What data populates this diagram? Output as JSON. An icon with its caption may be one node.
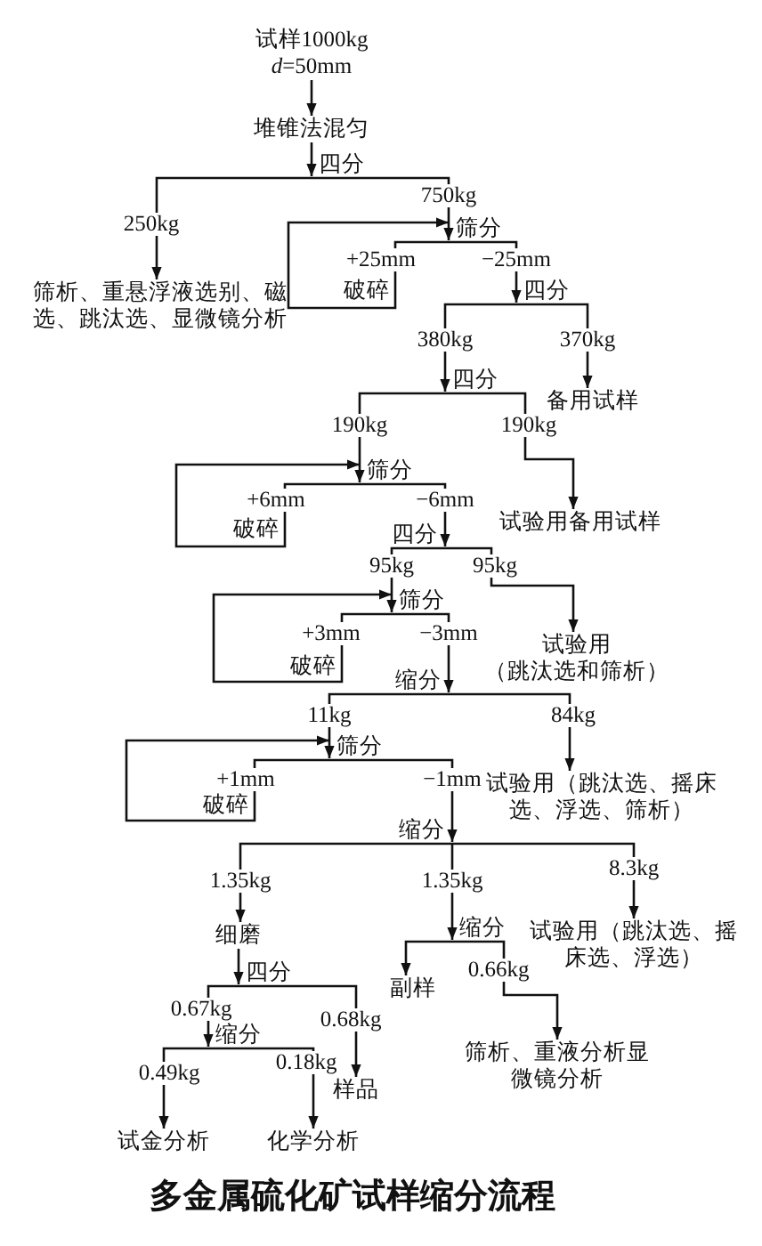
{
  "diagram": {
    "title": "多金属硫化矿试样缩分流程",
    "nodes": [
      {
        "text": [
          "试样1000kg",
          "*d*=50mm"
        ]
      },
      {
        "text": [
          "堆锥法混匀"
        ]
      },
      {
        "text": [
          "四分"
        ]
      },
      {
        "text": [
          "筛析、重悬浮液选别、磁选、跳汰选、显微镜分析"
        ]
      },
      {
        "text": [
          "筛分"
        ]
      },
      {
        "text": [
          "破碎"
        ]
      },
      {
        "text": [
          "四分"
        ]
      },
      {
        "text": [
          "四分"
        ]
      },
      {
        "text": [
          "备用试样"
        ]
      },
      {
        "text": [
          "筛分"
        ]
      },
      {
        "text": [
          "试验用备用试样"
        ]
      },
      {
        "text": [
          "破碎"
        ]
      },
      {
        "text": [
          "四分"
        ]
      },
      {
        "text": [
          "筛分"
        ]
      },
      {
        "text": [
          "试验用",
          "（跳汰选和筛析）"
        ]
      },
      {
        "text": [
          "破碎"
        ]
      },
      {
        "text": [
          "缩分"
        ]
      },
      {
        "text": [
          "筛分"
        ]
      },
      {
        "text": [
          "试验用（跳汰选、摇床选、浮选、筛析）"
        ]
      },
      {
        "text": [
          "破碎"
        ]
      },
      {
        "text": [
          "缩分"
        ]
      },
      {
        "text": [
          "细磨"
        ]
      },
      {
        "text": [
          "缩分"
        ]
      },
      {
        "text": [
          "试验用（跳汰选、摇床选、浮选）"
        ]
      },
      {
        "text": [
          "四分"
        ]
      },
      {
        "text": [
          "副样"
        ]
      },
      {
        "text": [
          "筛析、重液分析显微镜分析"
        ]
      },
      {
        "text": [
          "缩分"
        ]
      },
      {
        "text": [
          "样品"
        ]
      },
      {
        "text": [
          "试金分析"
        ]
      },
      {
        "text": [
          "化学分析"
        ]
      }
    ],
    "edges": [
      {
        "from": 0,
        "to": 1,
        "arrow": "to"
      },
      {
        "from": 1,
        "to": 2,
        "arrow": "to"
      },
      {
        "from": 2,
        "to": 3,
        "arrow": "to",
        "label": "250kg"
      },
      {
        "from": 2,
        "to": 4,
        "arrow": "to",
        "label": "750kg"
      },
      {
        "from": 4,
        "to": 5,
        "arrow": "none",
        "label": "+25mm"
      },
      {
        "from": 5,
        "to": 4,
        "arrow": "to"
      },
      {
        "from": 4,
        "to": 6,
        "arrow": "to",
        "label": "−25mm"
      },
      {
        "from": 6,
        "to": 7,
        "arrow": "to",
        "label": "380kg"
      },
      {
        "from": 6,
        "to": 8,
        "arrow": "to",
        "label": "370kg"
      },
      {
        "from": 7,
        "to": 9,
        "arrow": "to",
        "label": "190kg"
      },
      {
        "from": 7,
        "to": 10,
        "arrow": "to",
        "label": "190kg"
      },
      {
        "from": 9,
        "to": 11,
        "arrow": "none",
        "label": "+6mm"
      },
      {
        "from": 11,
        "to": 9,
        "arrow": "to"
      },
      {
        "from": 9,
        "to": 12,
        "arrow": "to",
        "label": "−6mm"
      },
      {
        "from": 12,
        "to": 13,
        "arrow": "to",
        "label": "95kg"
      },
      {
        "from": 12,
        "to": 14,
        "arrow": "to",
        "label": "95kg"
      },
      {
        "from": 13,
        "to": 15,
        "arrow": "none",
        "label": "+3mm"
      },
      {
        "from": 15,
        "to": 13,
        "arrow": "to"
      },
      {
        "from": 13,
        "to": 16,
        "arrow": "to",
        "label": "−3mm"
      },
      {
        "from": 16,
        "to": 17,
        "arrow": "to",
        "label": "11kg"
      },
      {
        "from": 16,
        "to": 18,
        "arrow": "to",
        "label": "84kg"
      },
      {
        "from": 17,
        "to": 19,
        "arrow": "none",
        "label": "+1mm"
      },
      {
        "from": 19,
        "to": 17,
        "arrow": "to"
      },
      {
        "from": 17,
        "to": 20,
        "arrow": "to",
        "label": "−1mm"
      },
      {
        "from": 20,
        "to": 21,
        "arrow": "to",
        "label": "1.35kg"
      },
      {
        "from": 20,
        "to": 22,
        "arrow": "to",
        "label": "1.35kg"
      },
      {
        "from": 20,
        "to": 23,
        "arrow": "to",
        "label": "8.3kg"
      },
      {
        "from": 21,
        "to": 24,
        "arrow": "to"
      },
      {
        "from": 22,
        "to": 25,
        "arrow": "to"
      },
      {
        "from": 22,
        "to": 26,
        "arrow": "to",
        "label": "0.66kg"
      },
      {
        "from": 24,
        "to": 27,
        "arrow": "to",
        "label": "0.67kg"
      },
      {
        "from": 24,
        "to": 28,
        "arrow": "to",
        "label": "0.68kg"
      },
      {
        "from": 27,
        "to": 29,
        "arrow": "to",
        "label": "0.49kg"
      },
      {
        "from": 27,
        "to": 30,
        "arrow": "to",
        "label": "0.18kg"
      }
    ]
  }
}
